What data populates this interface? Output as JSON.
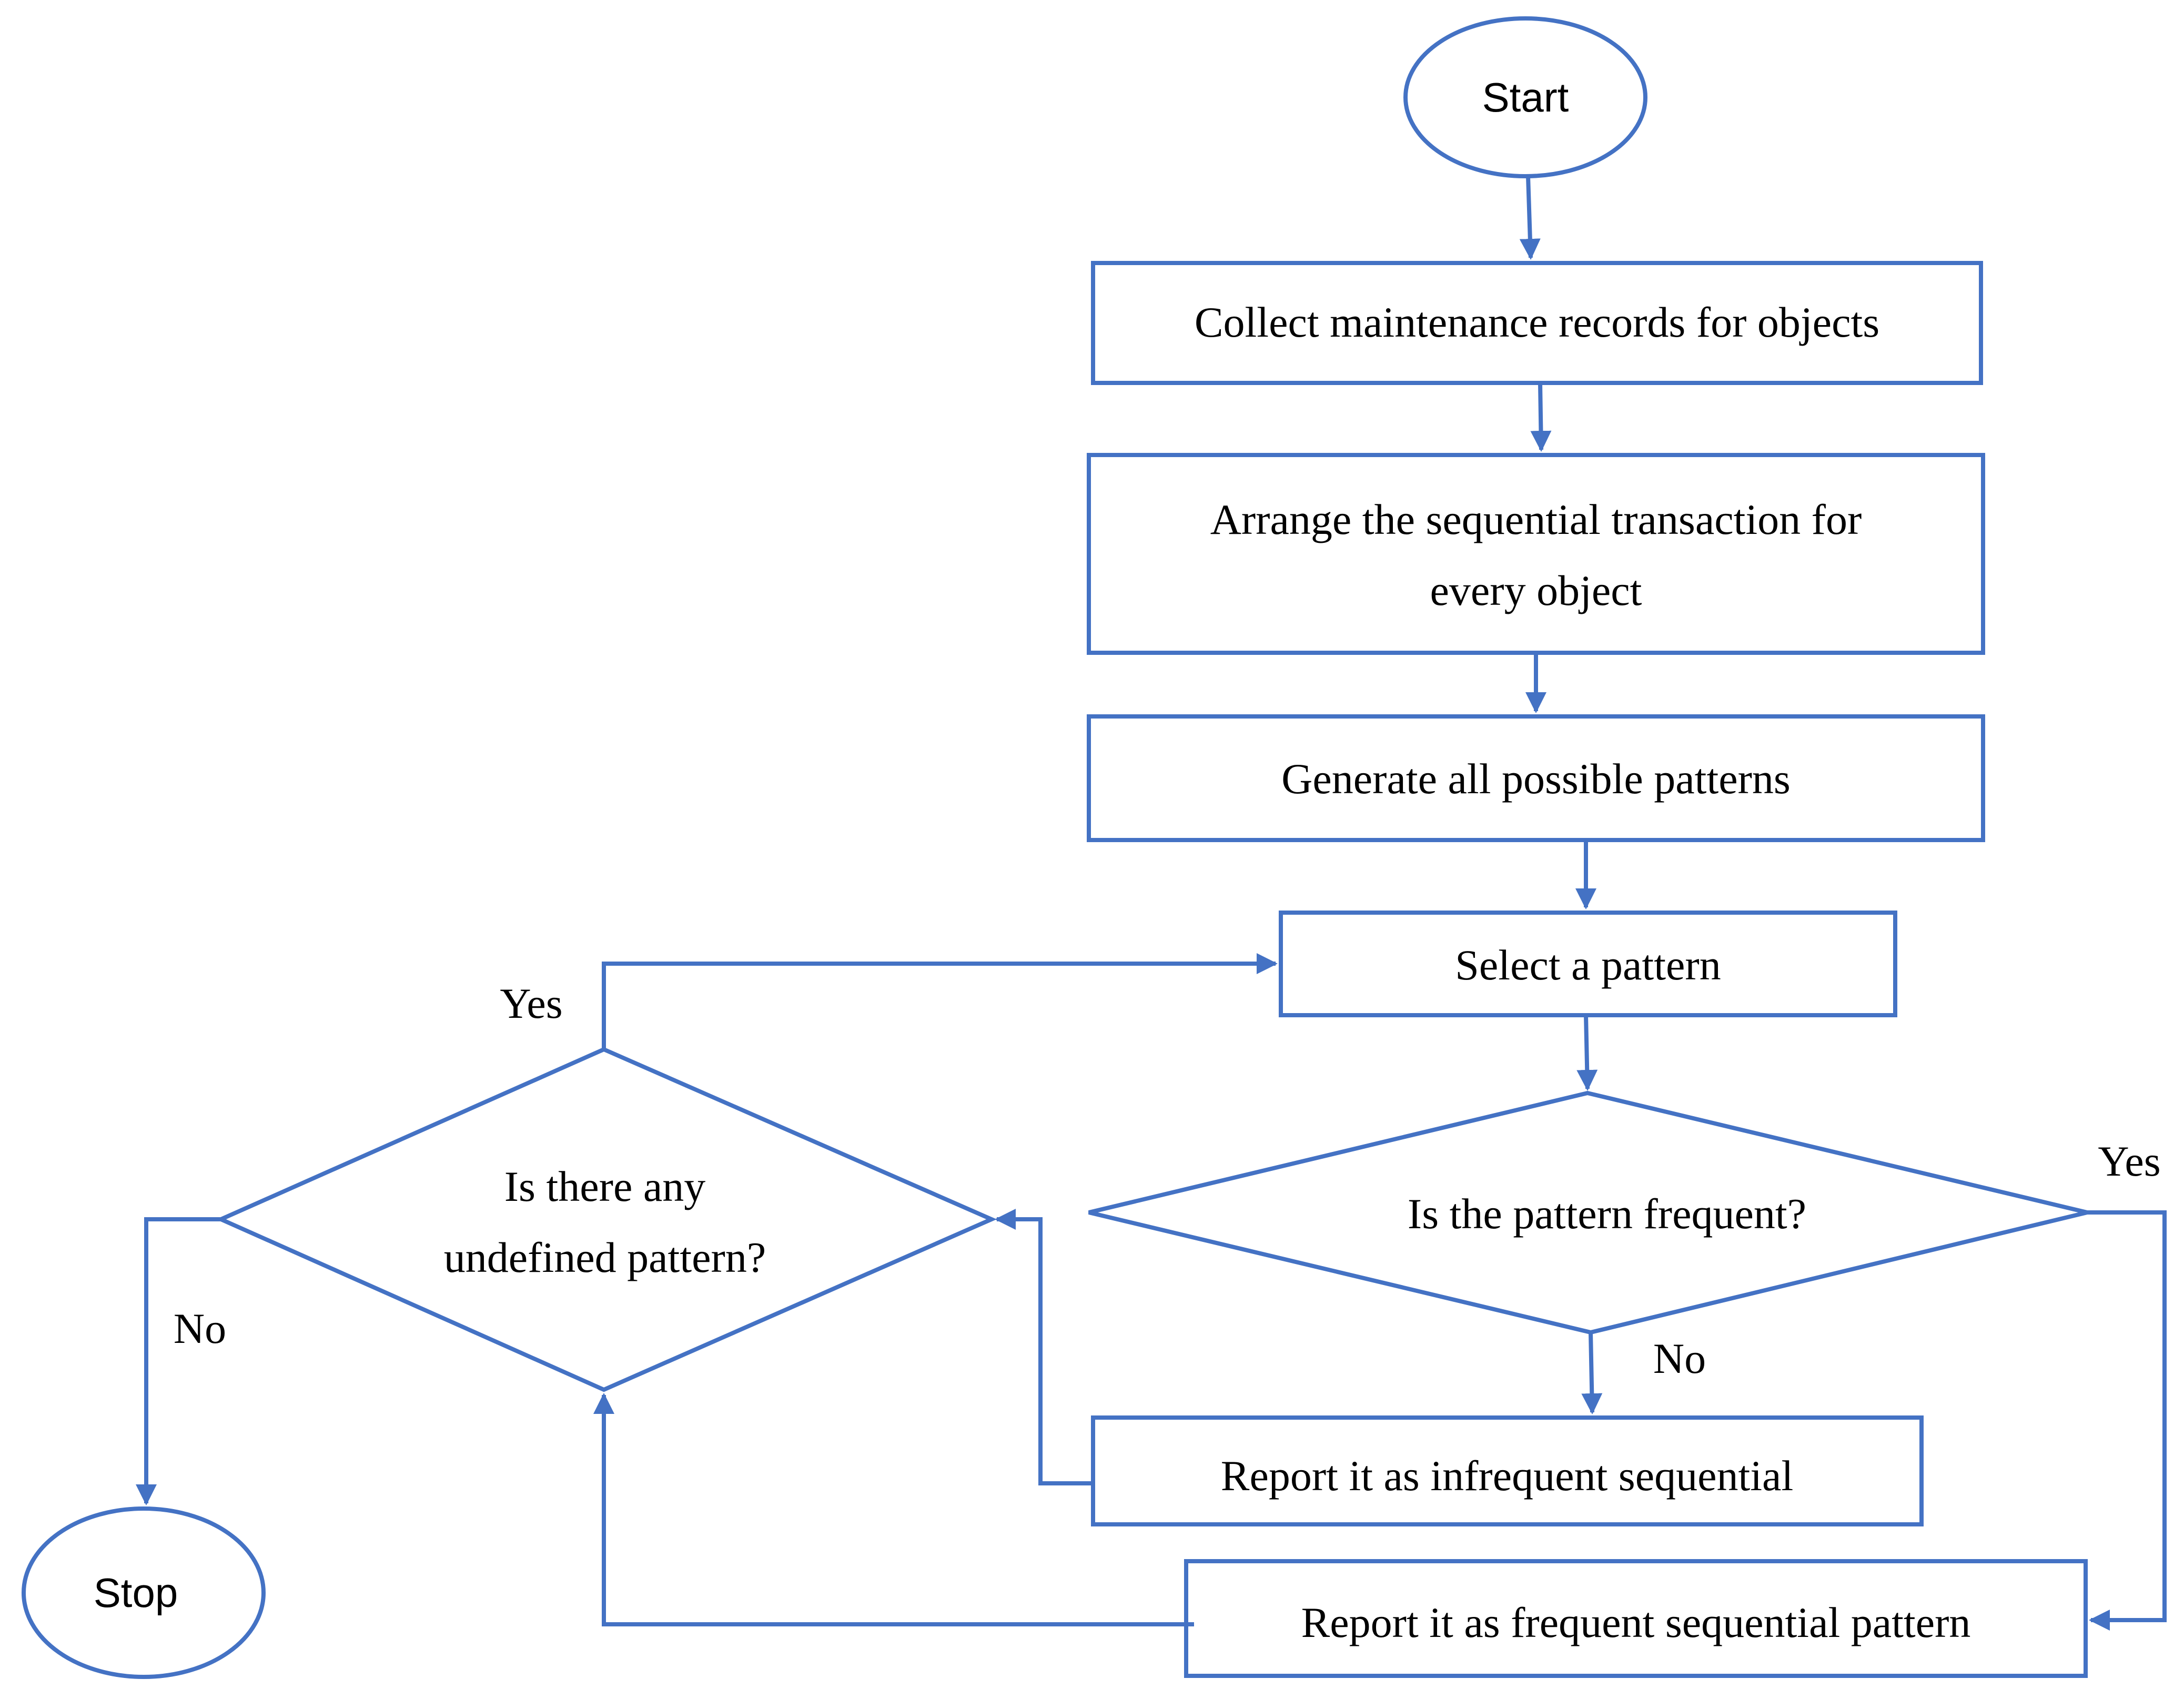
{
  "nodes": {
    "start": "Start",
    "collect": "Collect maintenance records for objects",
    "arrange_line1": "Arrange the sequential transaction for",
    "arrange_line2": "every object",
    "generate": "Generate all possible patterns",
    "select": "Select a pattern",
    "is_frequent": "Is the pattern frequent?",
    "is_undefined_line1": "Is there any",
    "is_undefined_line2": "undefined pattern?",
    "report_infrequent": "Report it as infrequent sequential",
    "report_frequent": "Report it as frequent sequential pattern",
    "stop": "Stop"
  },
  "edge_labels": {
    "undefined_yes": "Yes",
    "undefined_no": "No",
    "frequent_yes": "Yes",
    "frequent_no": "No"
  },
  "colors": {
    "stroke": "#4472C4",
    "text": "#000000",
    "background": "#FFFFFF"
  }
}
